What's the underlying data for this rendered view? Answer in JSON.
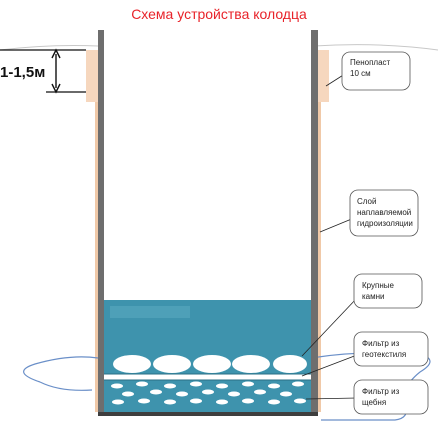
{
  "title": "Схема устройства колодца",
  "depth_label": "1-1,5м",
  "callouts": [
    {
      "text": "Пенопласт\n10 см"
    },
    {
      "text": "Слой\nнаплавляемой\nгидроизоляции"
    },
    {
      "text": "Крупные\nкамни"
    },
    {
      "text": "Фильтр из\nгеотекстиля"
    },
    {
      "text": "Фильтр из\nщебня"
    }
  ],
  "colors": {
    "title": "#e8232a",
    "water": "#3e93ad",
    "foam": "#f6d7be",
    "wall": "#6e6e6e",
    "ground_line": "#6a8fc8",
    "stones": "#ffffff"
  }
}
